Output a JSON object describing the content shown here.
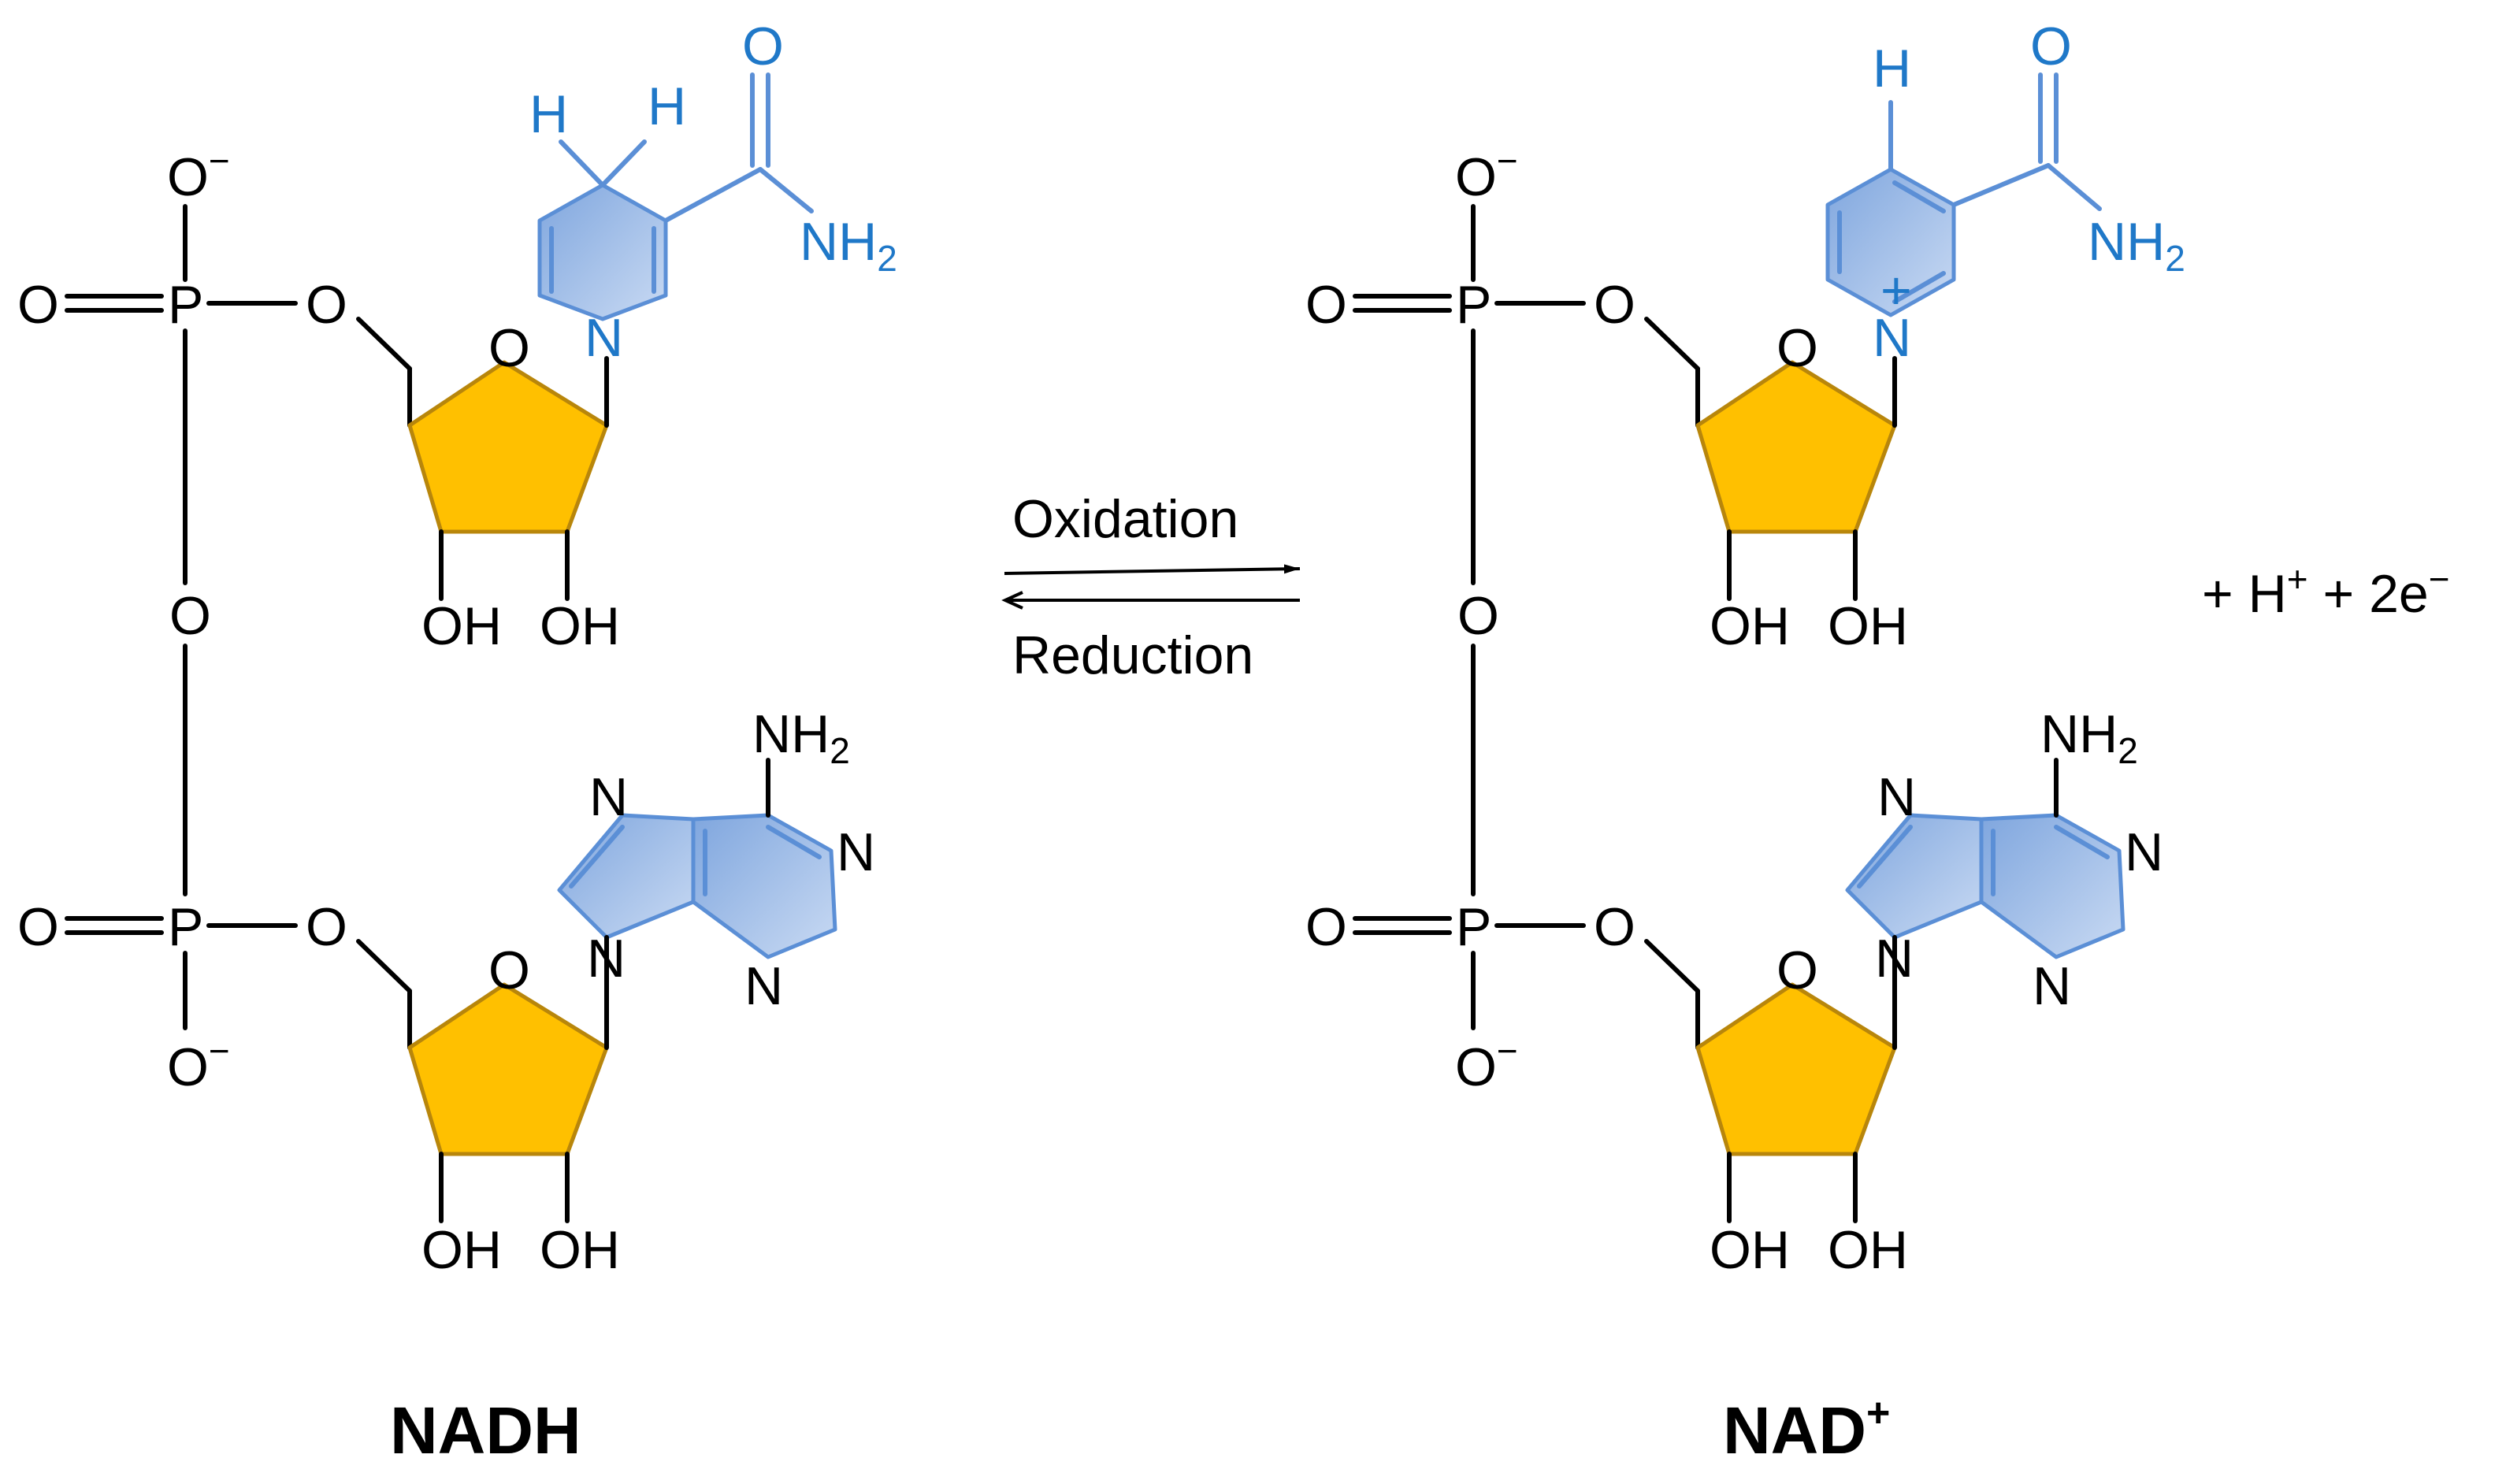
{
  "colors": {
    "sugar_fill": "#FFC000",
    "sugar_stroke": "#B8860B",
    "nicotinamide_text": "#1F78C8",
    "ring_fill": "#8FB3E3",
    "ring_stroke": "#5B8FD6",
    "black": "#000000"
  },
  "atoms": {
    "O": "O",
    "P": "P",
    "N": "N",
    "H": "H",
    "OH": "OH",
    "NH": "NH",
    "two": "2",
    "minus": "−",
    "plus": "+"
  },
  "labels": {
    "left": "NADH",
    "right_base": "NAD",
    "right_charge": "+"
  },
  "reaction": {
    "forward": "Oxidation",
    "reverse": "Reduction",
    "byproduct_prefix": "+ H",
    "byproduct_hplus": "+",
    "byproduct_middle": " + 2e",
    "byproduct_eminus": "−"
  }
}
